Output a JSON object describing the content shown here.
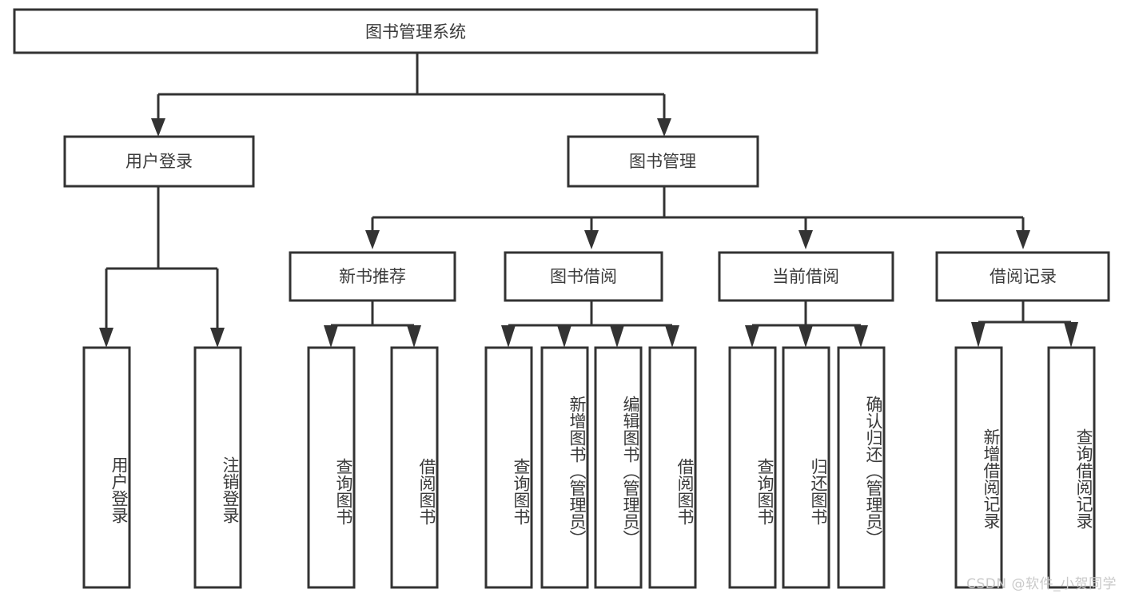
{
  "diagram": {
    "title": "图书管理系统",
    "type": "tree-hierarchy-diagram",
    "colors": {
      "box_stroke": "#333333",
      "box_fill": "#ffffff",
      "text": "#3a3a3a",
      "background": "#ffffff",
      "watermark": "#c9c9c9"
    },
    "root": {
      "label": "图书管理系统"
    },
    "level2": [
      {
        "label": "用户登录"
      },
      {
        "label": "图书管理"
      }
    ],
    "level3": [
      {
        "label": "新书推荐"
      },
      {
        "label": "图书借阅"
      },
      {
        "label": "当前借阅"
      },
      {
        "label": "借阅记录"
      }
    ],
    "leaves": {
      "user_login": [
        {
          "label": "用户登录"
        },
        {
          "label": "注销登录"
        }
      ],
      "new_book_recommend": [
        {
          "label": "查询图书"
        },
        {
          "label": "借阅图书"
        }
      ],
      "book_borrow": [
        {
          "label": "查询图书"
        },
        {
          "label": "新增图书（管理员）"
        },
        {
          "label": "编辑图书（管理员）"
        },
        {
          "label": "借阅图书"
        }
      ],
      "current_borrow": [
        {
          "label": "查询图书"
        },
        {
          "label": "归还图书"
        },
        {
          "label": "确认归还（管理员）"
        }
      ],
      "borrow_record": [
        {
          "label": "新增借阅记录"
        },
        {
          "label": "查询借阅记录"
        }
      ]
    }
  },
  "watermark": {
    "text": "CSDN @软件_小贺同学"
  }
}
